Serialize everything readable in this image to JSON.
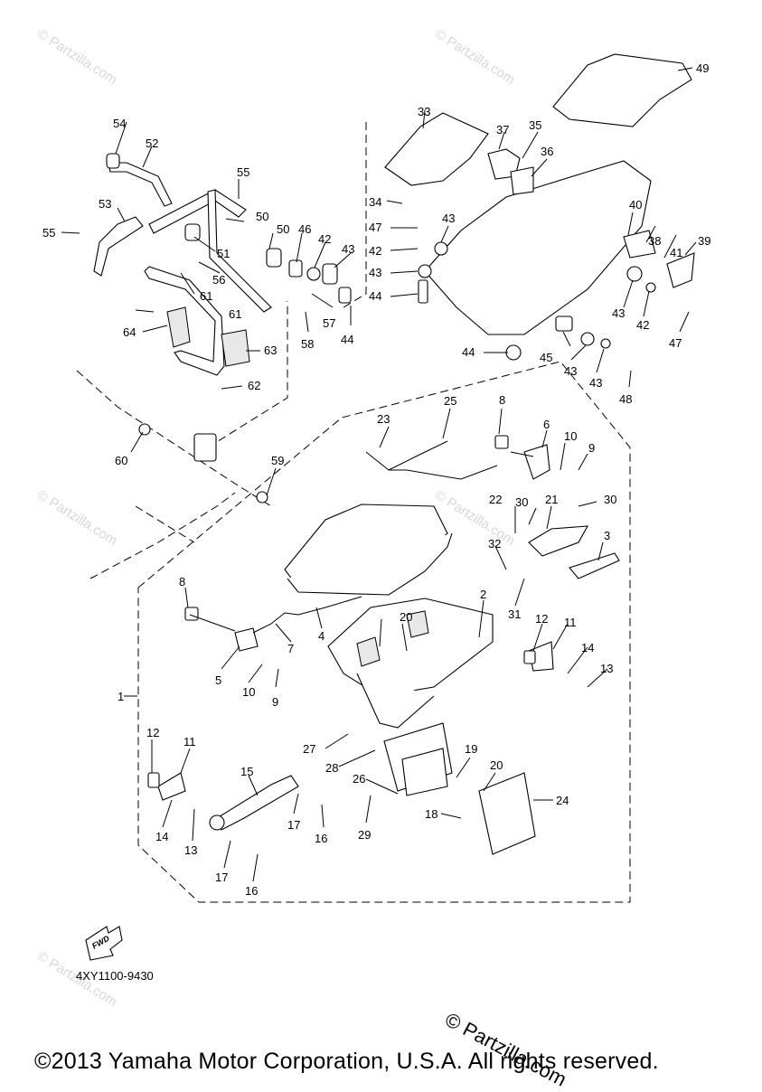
{
  "diagram": {
    "part_callouts": [
      "1",
      "2",
      "3",
      "4",
      "5",
      "6",
      "7",
      "8",
      "8",
      "9",
      "9",
      "10",
      "10",
      "11",
      "11",
      "12",
      "12",
      "13",
      "13",
      "14",
      "14",
      "15",
      "16",
      "16",
      "17",
      "17",
      "18",
      "19",
      "20",
      "20",
      "21",
      "22",
      "23",
      "24",
      "25",
      "26",
      "27",
      "28",
      "29",
      "30",
      "30",
      "31",
      "32",
      "33",
      "34",
      "35",
      "36",
      "37",
      "38",
      "39",
      "40",
      "41",
      "42",
      "42",
      "42",
      "43",
      "43",
      "43",
      "43",
      "43",
      "43",
      "44",
      "44",
      "44",
      "45",
      "46",
      "47",
      "47",
      "48",
      "49",
      "50",
      "50",
      "51",
      "52",
      "53",
      "54",
      "55",
      "55",
      "56",
      "57",
      "58",
      "59",
      "60",
      "61",
      "61",
      "62",
      "63",
      "64"
    ],
    "direction_label": "FWD",
    "diagram_code": "4XY1100-9430",
    "copyright": "©2013 Yamaha Motor Corporation, U.S.A. All rights reserved.",
    "watermark": "© Partzilla.com"
  }
}
